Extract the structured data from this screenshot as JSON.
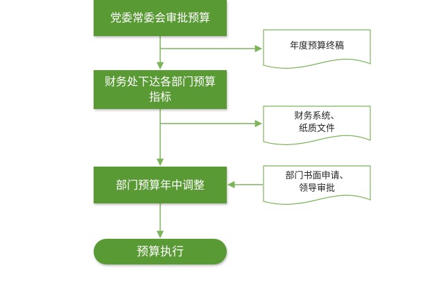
{
  "steps": [
    {
      "label": "党委常委会审批预算"
    },
    {
      "label": "财务处下达各部门预算\n指标"
    },
    {
      "label": "部门预算年中调整"
    },
    {
      "label": "预算执行"
    }
  ],
  "documents": [
    {
      "label": "年度预算终稿"
    },
    {
      "label": "财务系统、\n纸质文件"
    },
    {
      "label": "部门书面申请、\n领导审批"
    }
  ],
  "colors": {
    "step_fill": "#5a9a35",
    "step_text": "#ffffff",
    "connector": "#7cb45a",
    "doc_border": "#7cb45a",
    "doc_text": "#222222"
  }
}
